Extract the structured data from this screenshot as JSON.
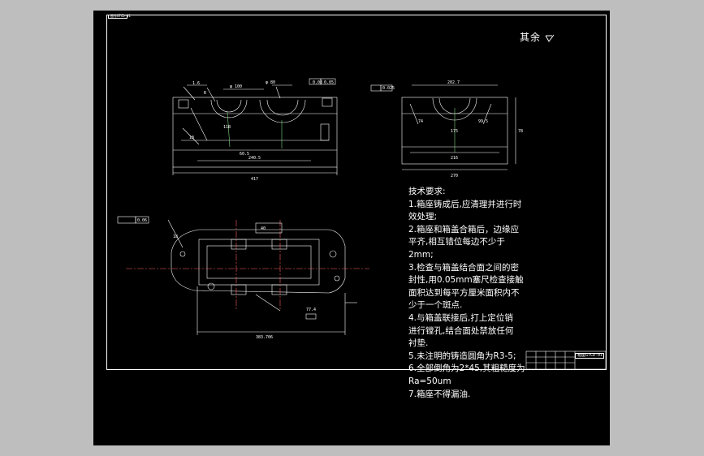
{
  "drawing_tag": "图号GTCD-01",
  "roughness_note": "其余",
  "tech_requirements": {
    "title": "技术要求:",
    "lines": [
      "1.箱座铸成后,应清理并进行时",
      "效处理;",
      "2.箱座和箱盖合箱后，边缘应",
      "平齐,相互错位每边不少于",
      "2mm;",
      "3.检查与箱盖结合面之间的密",
      "封性,用0.05mm塞尺检查接触",
      "面积达到每平方厘米面积内不",
      "少于一个斑点.",
      "4.与箱盖联接后,打上定位销",
      "进行镗孔,结合面处禁放任何",
      "衬垫.",
      "5.未注明的铸造圆角为R3-5;",
      "6.全部倒角为2*45,其粗糙度为",
      "Ra=50um",
      "7.箱座不得漏油."
    ]
  },
  "dimensions": {
    "front_width": "417",
    "front_inner": "240.5",
    "front_phi1": "φ 100",
    "front_phi2": "φ 80",
    "front_tol1": "0.08",
    "front_tol2": "0.05",
    "front_small": "1.6",
    "front_left": "18",
    "front_mid": "60.5",
    "front_mid2": "118",
    "front_r": "R",
    "side_top": "202.7",
    "side_width": "270",
    "side_inner": "216",
    "side_height": "78",
    "side_dim1": "99.5",
    "side_dim2": "74",
    "side_tol": "0.025",
    "side_mid": "175",
    "top_tol": "0.06",
    "top_length": "383.706",
    "top_right": "77.4",
    "top_dim1": "18",
    "top_dim2": "40"
  },
  "title_block": {
    "name": "箱座GTCD-01"
  }
}
